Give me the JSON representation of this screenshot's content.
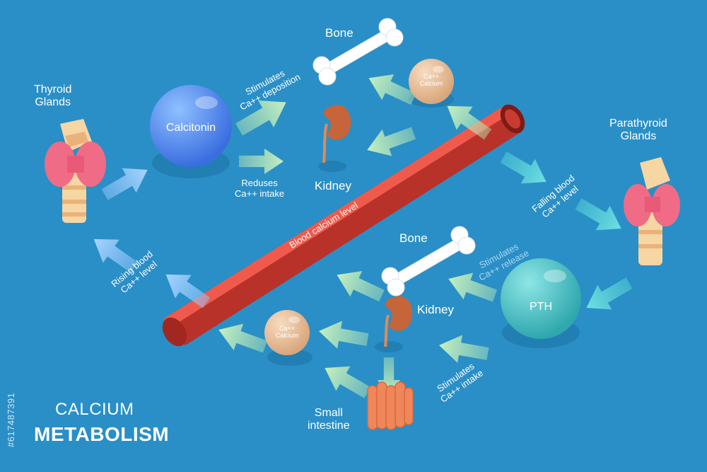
{
  "title": {
    "line1": "CALCIUM",
    "line2": "METABOLISM"
  },
  "watermark": "#617487391",
  "labels": {
    "bone_top": "Bone",
    "bone_bottom": "Bone",
    "thyroid": [
      "Thyroid",
      "Glands"
    ],
    "parathyroid": [
      "Parathyroid",
      "Glands"
    ],
    "calcitonin": "Calcitonin",
    "pth": "PTH",
    "kidney_top": "Kidney",
    "kidney_bottom": "Kidney",
    "calcium_ball": [
      "Ca++",
      "Calcium"
    ],
    "small_intestine": [
      "Small",
      "intestine"
    ],
    "stimulates_deposition": [
      "Stimulates",
      "Ca++ deposition"
    ],
    "reduses_intake": [
      "Reduses",
      "Ca++ intake"
    ],
    "rising_blood": [
      "Rising blood",
      "Ca++ level"
    ],
    "falling_blood": [
      "Falling blood",
      "Ca++ level"
    ],
    "stimulates_release": [
      "Stimulates",
      "Ca++ release"
    ],
    "stimulates_intake": [
      "Stimulates",
      "Ca++ intake"
    ],
    "blood_vessel": "Blood calcium level"
  },
  "colors": {
    "background": "#2a8fc6",
    "vessel": "#e8473b",
    "calcitonin": "#4f8ff0",
    "pth": "#3fbdc0",
    "calcium_ball": "#edc29c",
    "arrow_green": "#b7e9b4",
    "arrow_blue": "#8fc6ff",
    "arrow_teal": "#56d2d6",
    "gland": "#f06b86",
    "intestine": "#f0875a",
    "kidney": "#c6643a"
  }
}
